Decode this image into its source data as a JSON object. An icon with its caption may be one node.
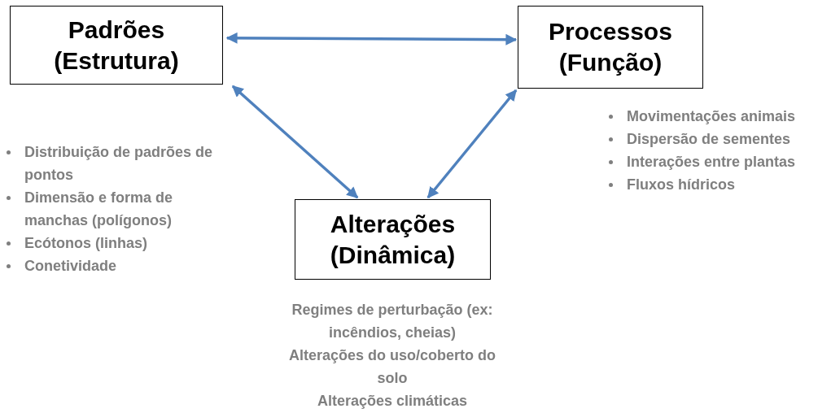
{
  "diagram": {
    "nodes": [
      {
        "text": [
          "Padrões (Estrutura)"
        ],
        "beside": [
          "Distribuição de padrões de pontos",
          "Dimensão e forma de manchas (polígonos)",
          "Ecótonos (linhas)",
          "Conetividade"
        ]
      },
      {
        "text": [
          "Processos (Função)"
        ],
        "beside": [
          "Movimentações animais",
          "Dispersão de sementes",
          "Interações entre plantas",
          "Fluxos hídricos"
        ]
      },
      {
        "text": [
          "Alterações (Dinâmica)"
        ],
        "beside": [
          "Regimes de perturbação (ex: incêndios, cheias)",
          "Alterações do uso/coberto do solo",
          "Alterações climáticas"
        ]
      }
    ],
    "edges": [
      {
        "from": 0,
        "to": 1,
        "arrow": "both"
      },
      {
        "from": 0,
        "to": 2,
        "arrow": "both"
      },
      {
        "from": 1,
        "to": 2,
        "arrow": "both"
      }
    ]
  }
}
